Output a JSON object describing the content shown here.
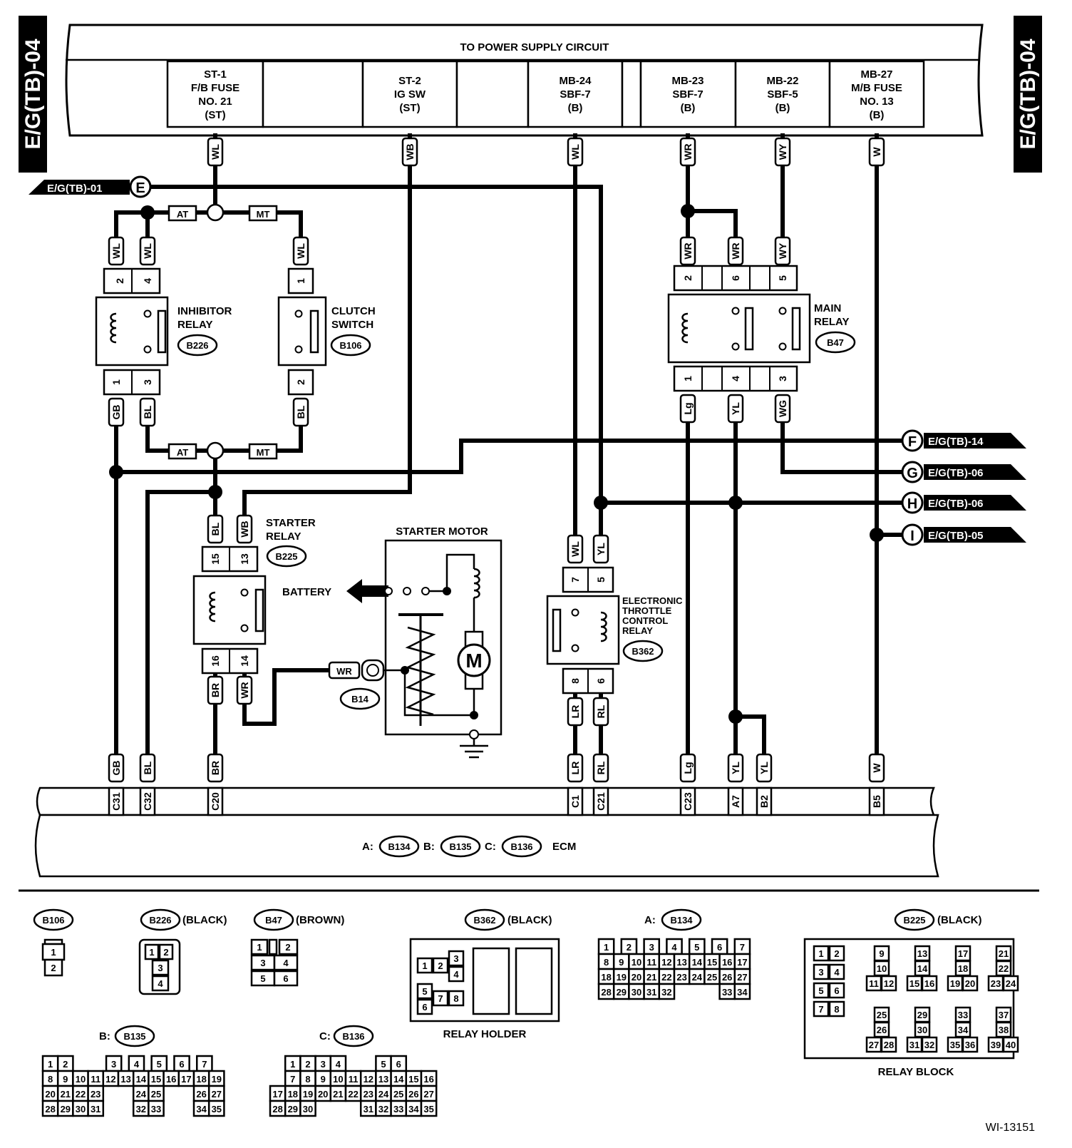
{
  "side_tabs": {
    "left": "E/G(TB)-04",
    "right": "E/G(TB)-04"
  },
  "power_supply": {
    "title": "TO POWER SUPPLY CIRCUIT",
    "sources": [
      {
        "id": "st1",
        "lines": [
          "ST-1",
          "F/B FUSE",
          "NO. 21",
          "(ST)"
        ],
        "wire": "WL"
      },
      {
        "id": "st2",
        "lines": [
          "ST-2",
          "IG SW",
          "(ST)"
        ],
        "wire": "WB"
      },
      {
        "id": "mb24",
        "lines": [
          "MB-24",
          "SBF-7",
          "(B)"
        ],
        "wire": "WL"
      },
      {
        "id": "mb23",
        "lines": [
          "MB-23",
          "SBF-7",
          "(B)"
        ],
        "wire": "WR"
      },
      {
        "id": "mb22",
        "lines": [
          "MB-22",
          "SBF-5",
          "(B)"
        ],
        "wire": "WY"
      },
      {
        "id": "mb27",
        "lines": [
          "MB-27",
          "M/B FUSE",
          "NO. 13",
          "(B)"
        ],
        "wire": "W"
      }
    ]
  },
  "offpage": {
    "E": {
      "letter": "E",
      "text": "E/G(TB)-01"
    },
    "F": {
      "letter": "F",
      "text": "E/G(TB)-14"
    },
    "G": {
      "letter": "G",
      "text": "E/G(TB)-06"
    },
    "H": {
      "letter": "H",
      "text": "E/G(TB)-06"
    },
    "I": {
      "letter": "I",
      "text": "E/G(TB)-05"
    }
  },
  "branch_tags": {
    "at": "AT",
    "mt": "MT"
  },
  "components": {
    "inhibitor_relay": {
      "name": [
        "INHIBITOR",
        "RELAY"
      ],
      "code": "B226",
      "pins_top": [
        "2",
        "4"
      ],
      "pins_bottom": [
        "1",
        "3"
      ],
      "wires_top": [
        "WL",
        "WL"
      ],
      "wires_bottom": [
        "GB",
        "BL"
      ]
    },
    "clutch_switch": {
      "name": [
        "CLUTCH",
        "SWITCH"
      ],
      "code": "B106",
      "pins_top": [
        "1"
      ],
      "pins_bottom": [
        "2"
      ],
      "wires_top": [
        "WL"
      ],
      "wires_bottom": [
        "BL"
      ]
    },
    "main_relay": {
      "name": [
        "MAIN",
        "RELAY"
      ],
      "code": "B47",
      "pins_top": [
        "2",
        "6",
        "5"
      ],
      "pins_bottom": [
        "1",
        "4",
        "3"
      ],
      "wires_top": [
        "WR",
        "WR",
        "WY"
      ],
      "wires_bottom": [
        "Lg",
        "YL",
        "WG"
      ]
    },
    "starter_relay": {
      "name": [
        "STARTER",
        "RELAY"
      ],
      "code": "B225",
      "pins_top": [
        "15",
        "13"
      ],
      "pins_bottom": [
        "16",
        "14"
      ],
      "wires_top": [
        "BL",
        "WB"
      ],
      "wires_bottom": [
        "BR",
        "WR"
      ]
    },
    "starter_motor": {
      "name": "STARTER MOTOR",
      "battery": "BATTERY",
      "motor": "M",
      "connector": "B14",
      "wire": "WR"
    },
    "etc_relay": {
      "name": [
        "ELECTRONIC",
        "THROTTLE",
        "CONTROL",
        "RELAY"
      ],
      "code": "B362",
      "pins_top": [
        "7",
        "5"
      ],
      "pins_bottom": [
        "8",
        "6"
      ],
      "wires_top": [
        "WL",
        "YL"
      ],
      "wires_bottom": [
        "LR",
        "RL"
      ]
    }
  },
  "ecm": {
    "label": "ECM",
    "prefixes": [
      "A:",
      "B:",
      "C:"
    ],
    "codes": [
      "B134",
      "B135",
      "B136"
    ],
    "pins": [
      {
        "wire": "GB",
        "pin": "C31"
      },
      {
        "wire": "BL",
        "pin": "C32"
      },
      {
        "wire": "BR",
        "pin": "C20"
      },
      {
        "wire": "LR",
        "pin": "C1"
      },
      {
        "wire": "RL",
        "pin": "C21"
      },
      {
        "wire": "Lg",
        "pin": "C23"
      },
      {
        "wire": "YL",
        "pin": "A7"
      },
      {
        "wire": "YL",
        "pin": "B2"
      },
      {
        "wire": "W",
        "pin": "B5"
      }
    ]
  },
  "connector_views": {
    "b106": {
      "code": "B106",
      "pins": [
        "1",
        "2"
      ]
    },
    "b226": {
      "code": "B226",
      "color": "(BLACK)",
      "pins": [
        "1",
        "2",
        "3",
        "4"
      ]
    },
    "b47": {
      "code": "B47",
      "color": "(BROWN)",
      "pins": [
        "1",
        "2",
        "3",
        "4",
        "5",
        "6"
      ]
    },
    "b362": {
      "code": "B362",
      "color": "(BLACK)",
      "caption": "RELAY HOLDER",
      "pins": [
        "1",
        "2",
        "3",
        "4",
        "5",
        "6",
        "7",
        "8"
      ]
    },
    "b134": {
      "prefix": "A:",
      "code": "B134",
      "rows": [
        [
          "1",
          "2",
          "3",
          "4",
          "5",
          "6",
          "7"
        ],
        [
          "8",
          "9",
          "10",
          "11",
          "12",
          "13",
          "14",
          "15",
          "16",
          "17"
        ],
        [
          "18",
          "19",
          "20",
          "21",
          "22",
          "23",
          "24",
          "25",
          "26",
          "27"
        ],
        [
          "28",
          "29",
          "30",
          "31",
          "32",
          "33",
          "34"
        ]
      ]
    },
    "b135": {
      "prefix": "B:",
      "code": "B135",
      "rows": [
        [
          "1",
          "2",
          "3",
          "4",
          "5",
          "6",
          "7"
        ],
        [
          "8",
          "9",
          "10",
          "11",
          "12",
          "13",
          "14",
          "15",
          "16",
          "17",
          "18",
          "19"
        ],
        [
          "20",
          "21",
          "22",
          "23",
          "24",
          "25",
          "26",
          "27"
        ],
        [
          "28",
          "29",
          "30",
          "31",
          "32",
          "33",
          "34",
          "35"
        ]
      ]
    },
    "b136": {
      "prefix": "C:",
      "code": "B136",
      "rows": [
        [
          "1",
          "2",
          "3",
          "4",
          "5",
          "6"
        ],
        [
          "7",
          "8",
          "9",
          "10",
          "11",
          "12",
          "13",
          "14",
          "15",
          "16"
        ],
        [
          "17",
          "18",
          "19",
          "20",
          "21",
          "22",
          "23",
          "24",
          "25",
          "26",
          "27"
        ],
        [
          "28",
          "29",
          "30",
          "31",
          "32",
          "33",
          "34",
          "35"
        ]
      ]
    },
    "b225": {
      "code": "B225",
      "color": "(BLACK)",
      "caption": "RELAY BLOCK",
      "pins": [
        "1",
        "2",
        "3",
        "4",
        "5",
        "6",
        "7",
        "8",
        "9",
        "10",
        "11",
        "12",
        "13",
        "14",
        "15",
        "16",
        "17",
        "18",
        "19",
        "20",
        "21",
        "22",
        "23",
        "24",
        "25",
        "26",
        "27",
        "28",
        "29",
        "30",
        "31",
        "32",
        "33",
        "34",
        "35",
        "36",
        "37",
        "38",
        "39",
        "40"
      ]
    }
  },
  "figure_id": "WI-13151"
}
